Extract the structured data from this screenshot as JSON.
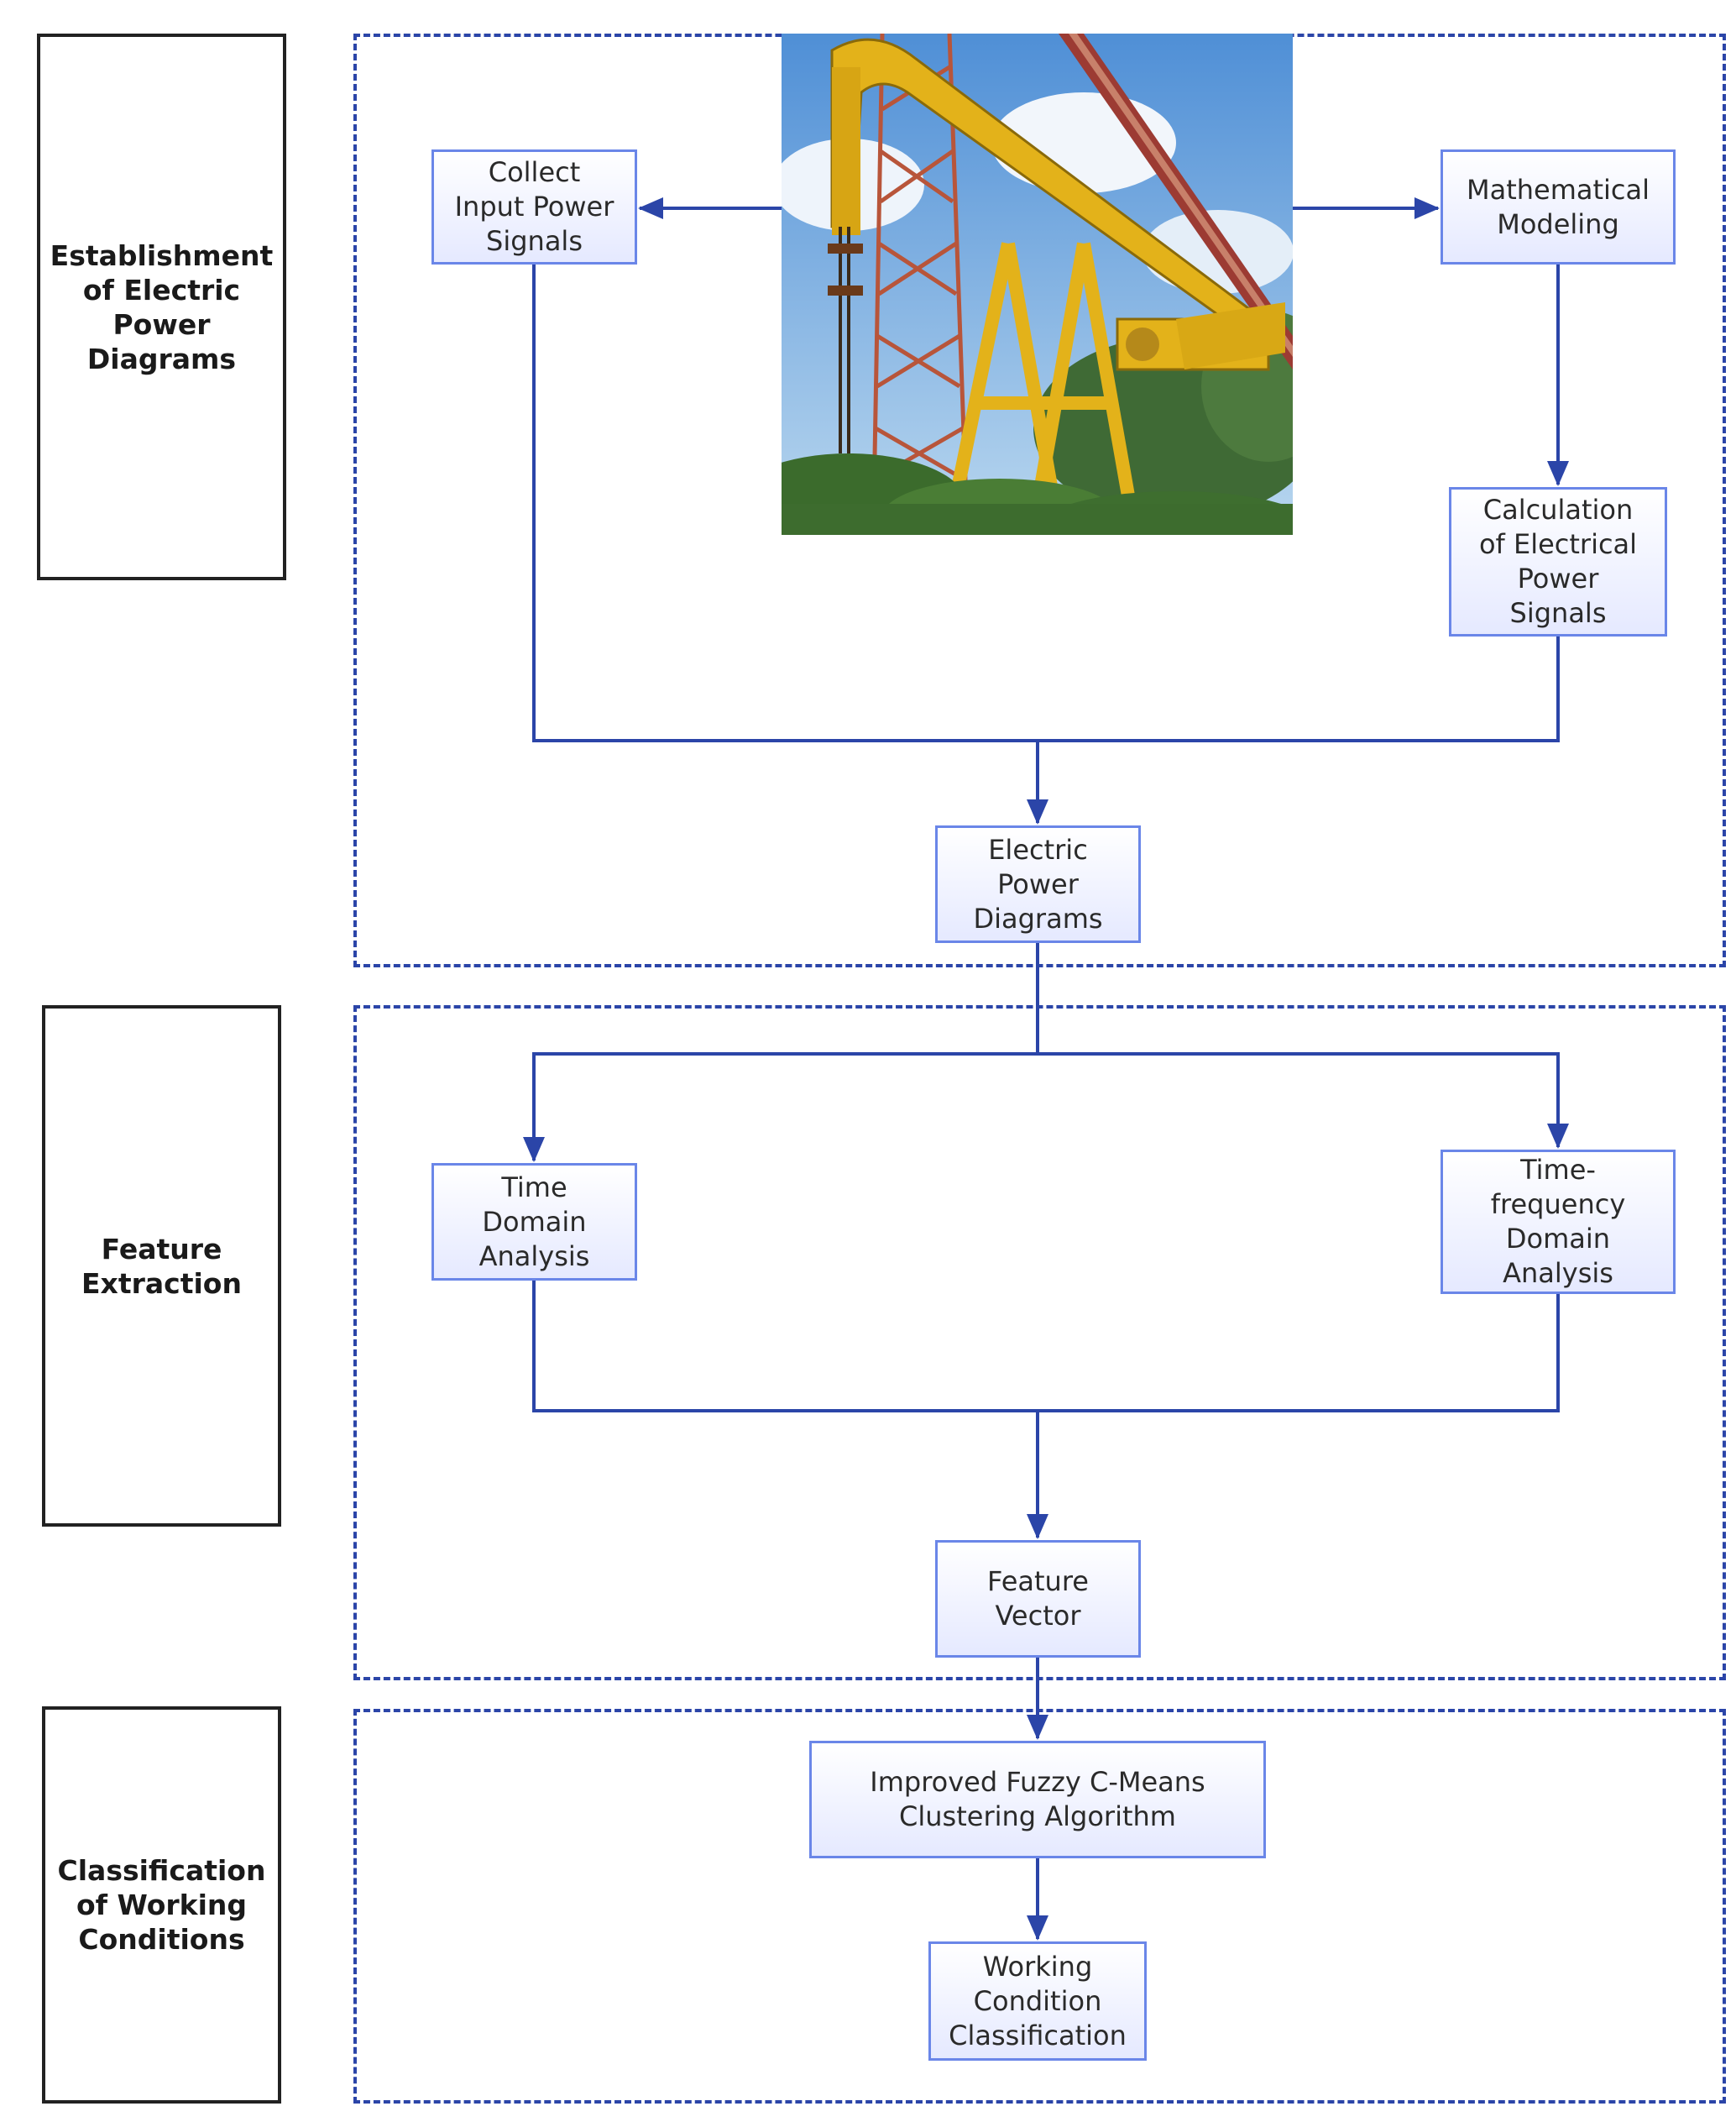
{
  "stages": [
    {
      "id": "stage-establishment",
      "label": "Establishment\nof Electric\nPower\nDiagrams"
    },
    {
      "id": "stage-feature",
      "label": "Feature\nExtraction"
    },
    {
      "id": "stage-classification",
      "label": "Classification\nof Working\nConditions"
    }
  ],
  "nodes": {
    "collect": "Collect\nInput Power\nSignals",
    "math": "Mathematical\nModeling",
    "calc": "Calculation\nof Electrical\nPower\nSignals",
    "epd": "Electric\nPower\nDiagrams",
    "time": "Time\nDomain\nAnalysis",
    "tf": "Time-\nfrequency\nDomain\nAnalysis",
    "fv": "Feature\nVector",
    "fcm": "Improved Fuzzy C-Means\nClustering Algorithm",
    "wcc": "Working\nCondition\nClassification"
  },
  "colors": {
    "connector": "#2b45a8",
    "group_border": "#2b45a8",
    "node_border": "#6a86e8",
    "node_fill_top": "#ffffff",
    "node_fill_bottom": "#e5e9ff",
    "stage_border": "#222222"
  },
  "photo": {
    "subject": "oil-pumpjack-photo"
  }
}
